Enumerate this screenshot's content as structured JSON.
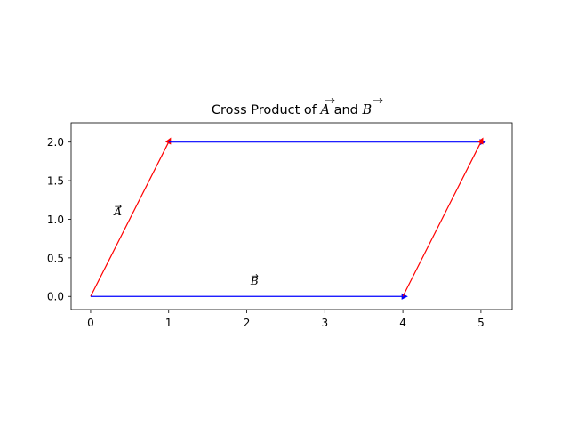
{
  "chart_data": {
    "type": "vector",
    "title": "Cross Product of A⃗ and B⃗",
    "title_plain": "Cross Product of ",
    "title_and": " and ",
    "title_var_a": "A",
    "title_var_b": "B",
    "xlabel": "",
    "ylabel": "",
    "xlim": [
      -0.25,
      5.4
    ],
    "ylim": [
      -0.17,
      2.25
    ],
    "xticks": [
      0,
      1,
      2,
      3,
      4,
      5
    ],
    "yticks": [
      0.0,
      0.5,
      1.0,
      1.5,
      2.0
    ],
    "xtick_labels": [
      "0",
      "1",
      "2",
      "3",
      "4",
      "5"
    ],
    "ytick_labels": [
      "0.0",
      "0.5",
      "1.0",
      "1.5",
      "2.0"
    ],
    "grid": false,
    "vectors": [
      {
        "name": "A",
        "from": [
          0,
          0
        ],
        "to": [
          1,
          2
        ],
        "color": "#ff0000"
      },
      {
        "name": "B",
        "from": [
          0,
          0
        ],
        "to": [
          4,
          0
        ],
        "color": "#0000ff"
      },
      {
        "name": "B",
        "from": [
          1,
          2
        ],
        "to": [
          5,
          2
        ],
        "color": "#0000ff"
      },
      {
        "name": "A",
        "from": [
          4,
          0
        ],
        "to": [
          5,
          2
        ],
        "color": "#ff0000"
      }
    ],
    "annotations": [
      {
        "text": "A",
        "x": 0.3,
        "y": 1.05
      },
      {
        "text": "B",
        "x": 2.05,
        "y": 0.15
      }
    ]
  }
}
